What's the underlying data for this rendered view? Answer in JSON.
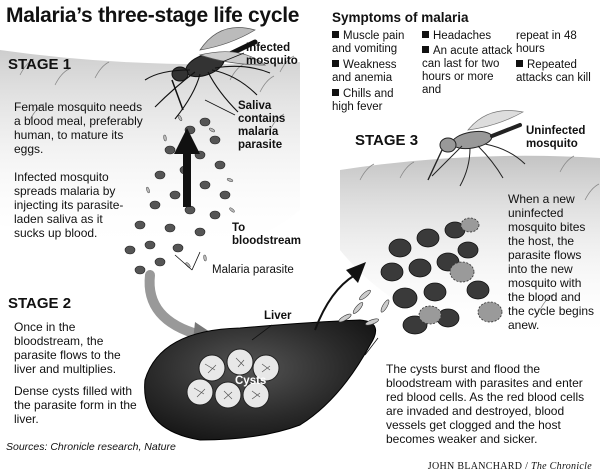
{
  "title": "Malaria’s three-stage life cycle",
  "symptoms": {
    "heading": "Symptoms of malaria",
    "items": [
      "Muscle pain and vomiting",
      "Weakness and anemia",
      "Chills and high fever",
      "Headaches",
      "An acute attack can last for two hours or more and",
      "repeat in 48 hours",
      "Repeated attacks can kill"
    ]
  },
  "stage1": {
    "heading": "STAGE 1",
    "text1": "Female mosquito needs a blood meal, preferably human, to mature its eggs.",
    "text2": "Infected mosquito spreads malaria by injecting its parasite-laden saliva as it sucks up blood.",
    "infected_label": "Infected mosquito",
    "saliva_label": "Saliva contains malaria parasite",
    "bloodstream_label": "To bloodstream",
    "parasite_label": "Malaria parasite"
  },
  "stage2": {
    "heading": "STAGE 2",
    "text1": "Once in the bloodstream, the parasite flows to the liver and multiplies.",
    "text2": "Dense cysts filled with the parasite form in the liver.",
    "liver_label": "Liver",
    "cysts_label": "Cysts"
  },
  "stage3": {
    "heading": "STAGE 3",
    "uninfected_label": "Uninfected mosquito",
    "text1": "When a new uninfected mosquito bites the host, the parasite flows into the new mosquito with the blood and the cycle begins anew.",
    "text2": "The cysts burst and flood the bloodstream with parasites and enter red blood cells. As the red blood cells are invaded and destroyed, blood vessels get clogged and the host becomes weaker and sicker."
  },
  "sources": "Sources: Chronicle research, Nature",
  "credit": {
    "artist": "JOHN BLANCHARD",
    "separator": " / ",
    "publication": "The Chronicle"
  }
}
